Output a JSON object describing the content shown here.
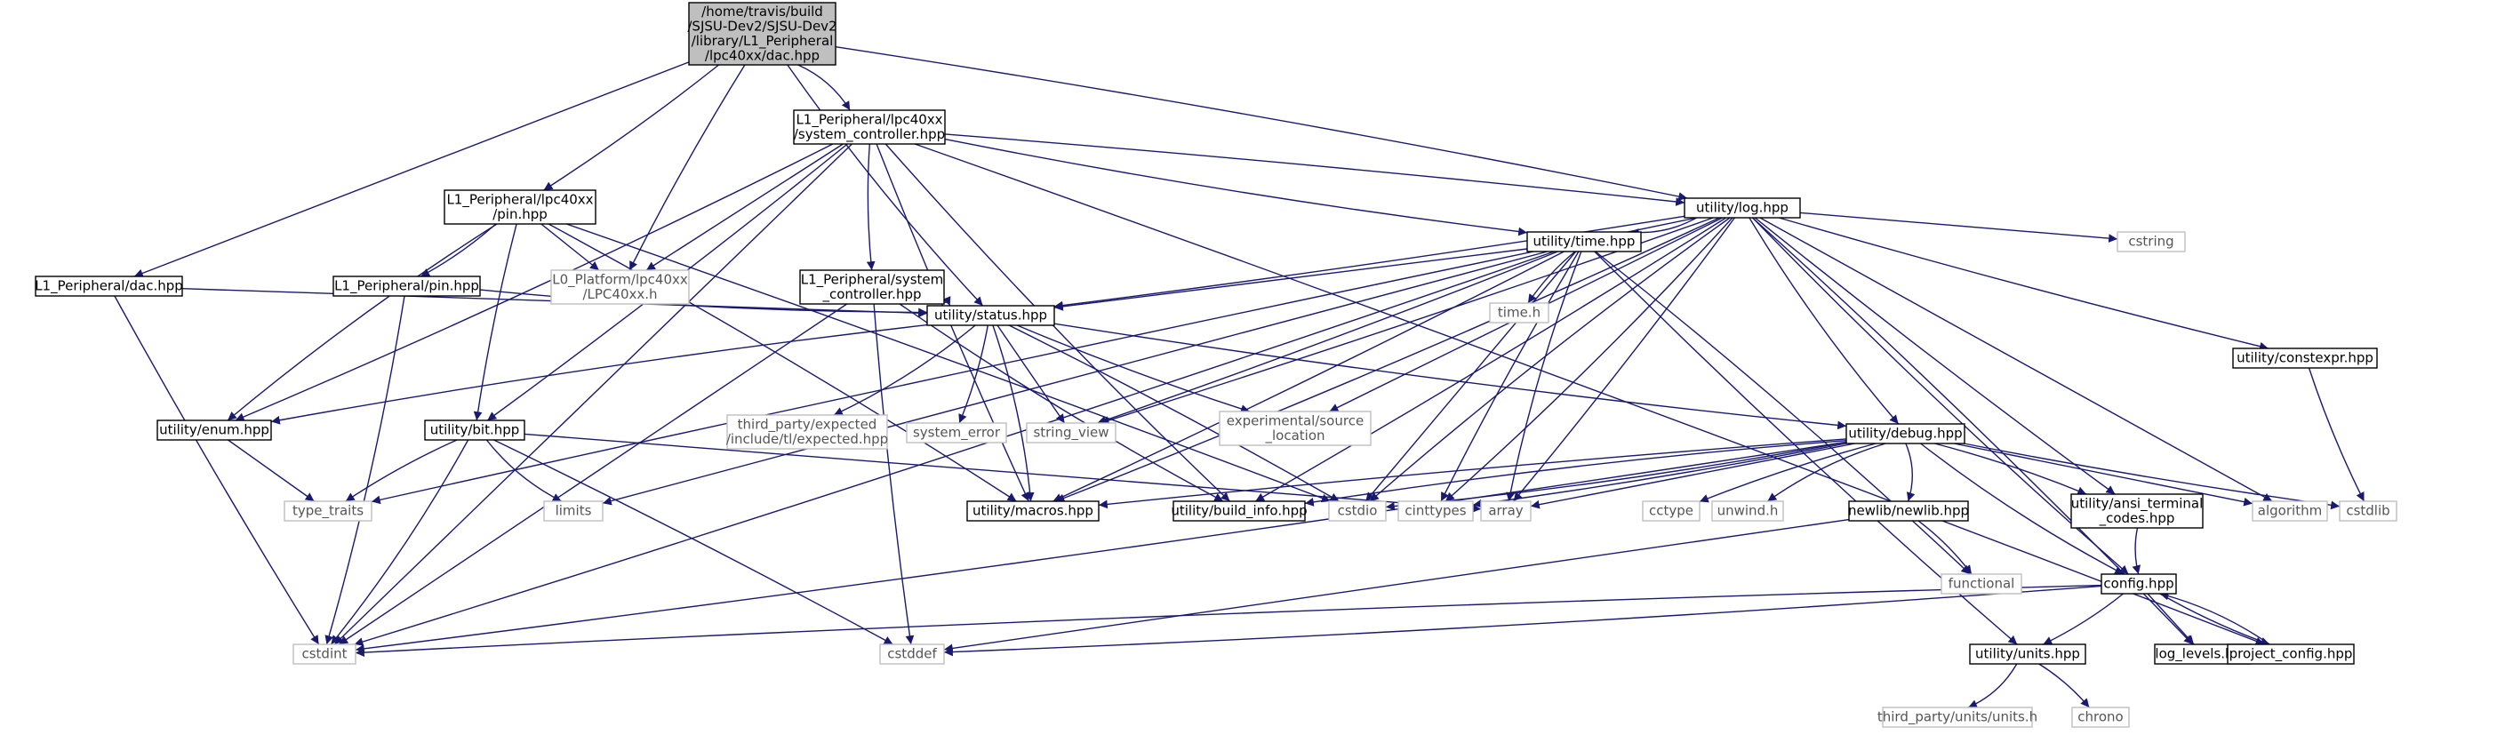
{
  "colors": {
    "edge": "#191970",
    "root_fill": "#bfbfbf",
    "external_border": "#bfbfbf",
    "node_border": "#000000"
  },
  "nodes": {
    "root": [
      "/home/travis/build",
      "/SJSU-Dev2/SJSU-Dev2",
      "/library/L1_Peripheral",
      "/lpc40xx/dac.hpp"
    ],
    "sys_ctrl_lpc": [
      "L1_Peripheral/lpc40xx",
      "/system_controller.hpp"
    ],
    "pin_lpc": [
      "L1_Peripheral/lpc40xx",
      "/pin.hpp"
    ],
    "log": [
      "utility/log.hpp"
    ],
    "dac": [
      "L1_Peripheral/dac.hpp"
    ],
    "pin": [
      "L1_Peripheral/pin.hpp"
    ],
    "lpc40xx_h": [
      "L0_Platform/lpc40xx",
      "/LPC40xx.h"
    ],
    "sys_ctrl": [
      "L1_Peripheral/system",
      "_controller.hpp"
    ],
    "time": [
      "utility/time.hpp"
    ],
    "cstring": [
      "cstring"
    ],
    "constexpr": [
      "utility/constexpr.hpp"
    ],
    "time_h": [
      "time.h"
    ],
    "status": [
      "utility/status.hpp"
    ],
    "enum": [
      "utility/enum.hpp"
    ],
    "bit": [
      "utility/bit.hpp"
    ],
    "expected": [
      "third_party/expected",
      "/include/tl/expected.hpp"
    ],
    "system_error": [
      "system_error"
    ],
    "string_view": [
      "string_view"
    ],
    "source_location": [
      "experimental/source",
      "_location"
    ],
    "debug": [
      "utility/debug.hpp"
    ],
    "type_traits": [
      "type_traits"
    ],
    "limits": [
      "limits"
    ],
    "macros": [
      "utility/macros.hpp"
    ],
    "build_info": [
      "utility/build_info.hpp"
    ],
    "cstdio": [
      "cstdio"
    ],
    "cinttypes": [
      "cinttypes"
    ],
    "array": [
      "array"
    ],
    "cctype": [
      "cctype"
    ],
    "unwind": [
      "unwind.h"
    ],
    "newlib": [
      "newlib/newlib.hpp"
    ],
    "ansi": [
      "utility/ansi_terminal",
      "_codes.hpp"
    ],
    "algorithm": [
      "algorithm"
    ],
    "cstdlib": [
      "cstdlib"
    ],
    "functional": [
      "functional"
    ],
    "config": [
      "config.hpp"
    ],
    "cstdint": [
      "cstdint"
    ],
    "cstddef": [
      "cstddef"
    ],
    "units": [
      "utility/units.hpp"
    ],
    "log_levels": [
      "log_levels.hpp"
    ],
    "project_config": [
      "project_config.hpp"
    ],
    "units_h": [
      "third_party/units/units.h"
    ],
    "chrono": [
      "chrono"
    ]
  },
  "edges": [
    [
      "root",
      "sys_ctrl_lpc"
    ],
    [
      "root",
      "pin_lpc"
    ],
    [
      "root",
      "dac"
    ],
    [
      "root",
      "lpc40xx_h"
    ],
    [
      "root",
      "status"
    ],
    [
      "root",
      "log"
    ],
    [
      "sys_ctrl_lpc",
      "log"
    ],
    [
      "sys_ctrl_lpc",
      "lpc40xx_h"
    ],
    [
      "sys_ctrl_lpc",
      "sys_ctrl"
    ],
    [
      "sys_ctrl_lpc",
      "time"
    ],
    [
      "sys_ctrl_lpc",
      "enum"
    ],
    [
      "sys_ctrl_lpc",
      "bit"
    ],
    [
      "sys_ctrl_lpc",
      "cstdint"
    ],
    [
      "sys_ctrl_lpc",
      "macros"
    ],
    [
      "sys_ctrl_lpc",
      "build_info"
    ],
    [
      "sys_ctrl_lpc",
      "project_config"
    ],
    [
      "pin_lpc",
      "pin"
    ],
    [
      "pin_lpc",
      "lpc40xx_h"
    ],
    [
      "pin_lpc",
      "bit"
    ],
    [
      "pin_lpc",
      "enum"
    ],
    [
      "pin_lpc",
      "macros"
    ],
    [
      "pin_lpc",
      "cstdio"
    ],
    [
      "dac",
      "status"
    ],
    [
      "dac",
      "cstdint"
    ],
    [
      "pin",
      "status"
    ],
    [
      "pin",
      "cstdint"
    ],
    [
      "sys_ctrl",
      "status"
    ],
    [
      "sys_ctrl",
      "cstdint"
    ],
    [
      "sys_ctrl",
      "cstddef"
    ],
    [
      "sys_ctrl",
      "build_info"
    ],
    [
      "log",
      "time"
    ],
    [
      "log",
      "status"
    ],
    [
      "log",
      "cstring"
    ],
    [
      "log",
      "constexpr"
    ],
    [
      "log",
      "debug"
    ],
    [
      "log",
      "macros"
    ],
    [
      "log",
      "string_view"
    ],
    [
      "log",
      "source_location"
    ],
    [
      "log",
      "type_traits"
    ],
    [
      "log",
      "cstdio"
    ],
    [
      "log",
      "cinttypes"
    ],
    [
      "log",
      "array"
    ],
    [
      "log",
      "algorithm"
    ],
    [
      "log",
      "ansi"
    ],
    [
      "log",
      "config"
    ],
    [
      "log",
      "log_levels"
    ],
    [
      "log",
      "build_info"
    ],
    [
      "time",
      "status"
    ],
    [
      "time",
      "time_h"
    ],
    [
      "time",
      "units"
    ],
    [
      "time",
      "functional"
    ],
    [
      "time",
      "macros"
    ],
    [
      "time",
      "cstdio"
    ],
    [
      "time",
      "cinttypes"
    ],
    [
      "time",
      "array"
    ],
    [
      "time",
      "cstdint"
    ],
    [
      "time",
      "string_view"
    ],
    [
      "time",
      "limits"
    ],
    [
      "constexpr",
      "cstdlib"
    ],
    [
      "status",
      "enum"
    ],
    [
      "status",
      "expected"
    ],
    [
      "status",
      "system_error"
    ],
    [
      "status",
      "string_view"
    ],
    [
      "status",
      "source_location"
    ],
    [
      "status",
      "debug"
    ],
    [
      "status",
      "macros"
    ],
    [
      "status",
      "cstdio"
    ],
    [
      "enum",
      "type_traits"
    ],
    [
      "bit",
      "type_traits"
    ],
    [
      "bit",
      "limits"
    ],
    [
      "bit",
      "cstdint"
    ],
    [
      "bit",
      "cstddef"
    ],
    [
      "bit",
      "array"
    ],
    [
      "debug",
      "macros"
    ],
    [
      "debug",
      "build_info"
    ],
    [
      "debug",
      "cstdio"
    ],
    [
      "debug",
      "cinttypes"
    ],
    [
      "debug",
      "array"
    ],
    [
      "debug",
      "cctype"
    ],
    [
      "debug",
      "unwind"
    ],
    [
      "debug",
      "newlib"
    ],
    [
      "debug",
      "ansi"
    ],
    [
      "debug",
      "algorithm"
    ],
    [
      "debug",
      "cstdlib"
    ],
    [
      "debug",
      "config"
    ],
    [
      "debug",
      "cstdint"
    ],
    [
      "newlib",
      "functional"
    ],
    [
      "newlib",
      "cstddef"
    ],
    [
      "ansi",
      "config"
    ],
    [
      "config",
      "cstdint"
    ],
    [
      "config",
      "cstddef"
    ],
    [
      "config",
      "units"
    ],
    [
      "config",
      "log_levels"
    ],
    [
      "config",
      "project_config"
    ],
    [
      "project_config",
      "config"
    ],
    [
      "units",
      "units_h"
    ],
    [
      "units",
      "chrono"
    ]
  ]
}
